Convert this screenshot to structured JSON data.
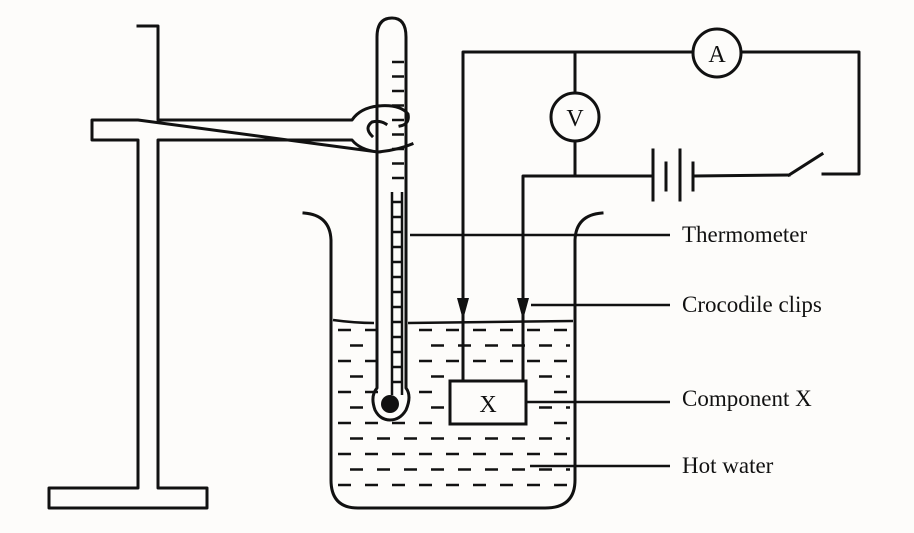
{
  "diagram": {
    "type": "physics-experiment-setup",
    "labels": {
      "thermometer": "Thermometer",
      "crocodile_clips": "Crocodile clips",
      "component_x": "Component X",
      "hot_water": "Hot water"
    },
    "symbols": {
      "ammeter": "A",
      "voltmeter": "V",
      "component": "X"
    },
    "colors": {
      "ink": "#111111",
      "paper": "#fdfcfa"
    }
  }
}
